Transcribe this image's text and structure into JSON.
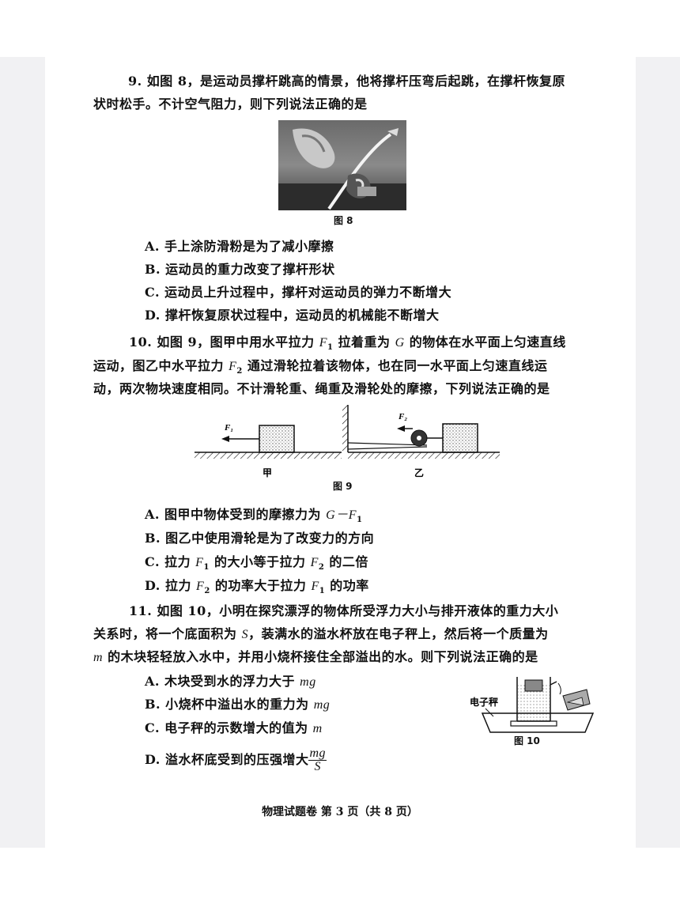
{
  "q9": {
    "line1": "9. 如图 8，是运动员撑杆跳高的情景，他将撑杆压弯后起跳，在撑杆恢复原",
    "line2": "状时松手。不计空气阻力，则下列说法正确的是",
    "figure_caption": "图 8",
    "options": [
      "A. 手上涂防滑粉是为了减小摩擦",
      "B. 运动员的重力改变了撑杆形状",
      "C. 运动员上升过程中，撑杆对运动员的弹力不断增大",
      "D. 撑杆恢复原状过程中，运动员的机械能不断增大"
    ]
  },
  "q10": {
    "line1_a": "10. 如图 9，图甲中用水平拉力 ",
    "line1_b": " 拉着重为 ",
    "line1_c": " 的物体在水平面上匀速直线",
    "line2_a": "运动，图乙中水平拉力 ",
    "line2_b": " 通过滑轮拉着该物体，也在同一水平面上匀速直线运",
    "line3": "动，两次物块速度相同。不计滑轮重、绳重及滑轮处的摩擦，下列说法正确的是",
    "F": "F",
    "G": "G",
    "sub1": "1",
    "sub2": "2",
    "fig_label_F1": "F₁",
    "fig_label_F2": "F₂",
    "fig_label_jia": "甲",
    "fig_label_yi": "乙",
    "figure_caption": "图 9",
    "optA_a": "A. 图甲中物体受到的摩擦力为 ",
    "optA_expr": "G－F",
    "optB": "B. 图乙中使用滑轮是为了改变力的方向",
    "optC_a": "C. 拉力 ",
    "optC_b": " 的大小等于拉力 ",
    "optC_c": " 的二倍",
    "optD_a": "D. 拉力 ",
    "optD_b": " 的功率大于拉力 ",
    "optD_c": " 的功率"
  },
  "q11": {
    "line1": "11. 如图 10，小明在探究漂浮的物体所受浮力大小与排开液体的重力大小",
    "line2_a": "关系时，将一个底面积为 ",
    "S": "S",
    "line2_b": "，装满水的溢水杯放在电子秤上，然后将一个质量为",
    "m": "m",
    "line3_b": " 的木块轻轻放入水中，并用小烧杯接住全部溢出的水。则下列说法正确的是",
    "optA": "A. 木块受到水的浮力大于 ",
    "optB": "B. 小烧杯中溢出水的重力为 ",
    "optC": "C. 电子秤的示数增大的值为 ",
    "optD": "D. 溢水杯底受到的压强增大",
    "mg": "mg",
    "fig_label_scale": "电子秤",
    "figure_caption": "图 10"
  },
  "footer": "物理试题卷 第  3  页（共 8 页）"
}
